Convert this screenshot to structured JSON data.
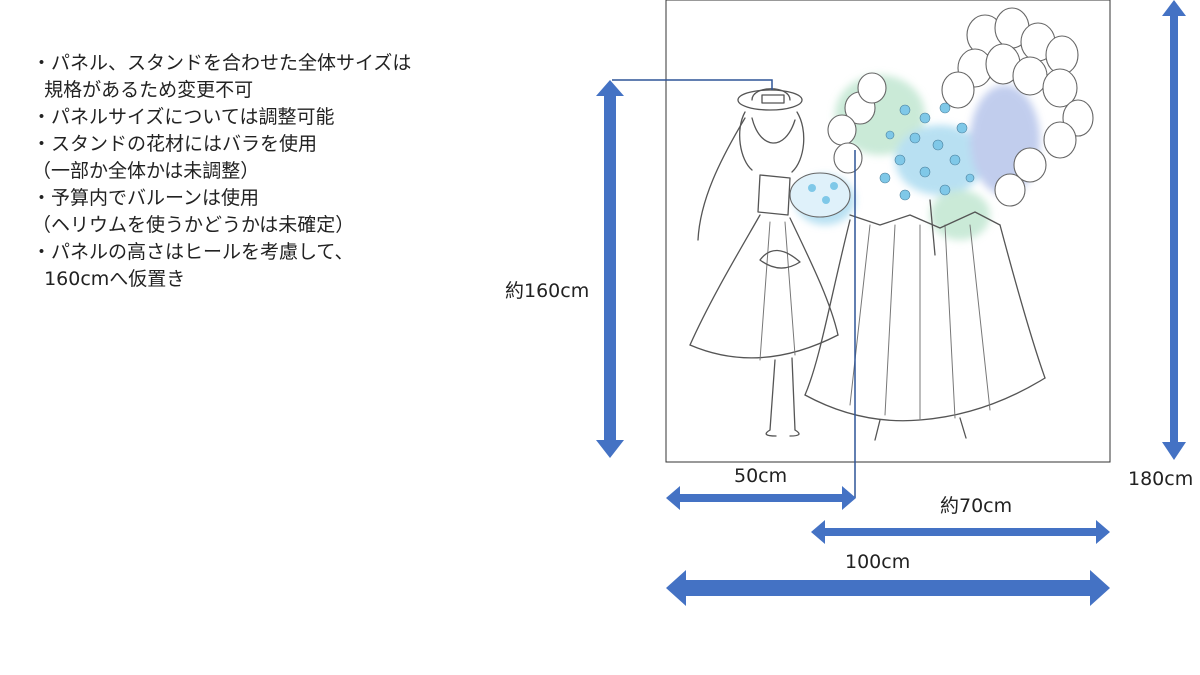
{
  "notes": [
    "・パネル、スタンドを合わせた全体サイズは",
    "  規格があるため変更不可",
    "・パネルサイズについては調整可能",
    "・スタンドの花材にはバラを使用",
    "（一部か全体かは未調整）",
    "・予算内でバルーンは使用",
    "（ヘリウムを使うかどうかは未確定）",
    "・パネルの高さはヒールを考慮して、",
    "  160cmへ仮置き"
  ],
  "dimensions": {
    "panel_height": "約160cm",
    "total_height": "180cm",
    "panel_width": "50cm",
    "stand_width": "約70cm",
    "total_width": "100cm"
  },
  "colors": {
    "arrow": "#4472C4",
    "connector": "#2F5597",
    "flower_blue": "#7FC8E8",
    "flower_green": "#9FD9B8",
    "flower_violet": "#8FA5E0"
  },
  "icons": [
    "double-headed-arrow",
    "panel-frame",
    "character-sketch",
    "flower-stand-sketch",
    "balloon-cluster"
  ]
}
